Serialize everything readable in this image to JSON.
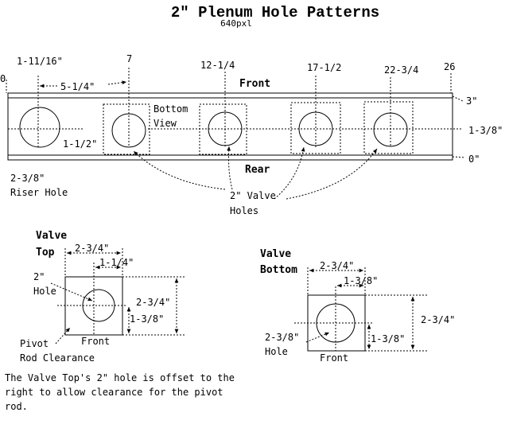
{
  "title": "2\" Plenum Hole Patterns",
  "subtitle": "640pxl",
  "plenum": {
    "positions": [
      "0",
      "1-11/16\"",
      "7",
      "12-1/4",
      "17-1/2",
      "22-3/4",
      "26"
    ],
    "spacing": "5-1/4\"",
    "front": "Front",
    "rear": "Rear",
    "right_dims": [
      "3\"",
      "1-3/8\"",
      "0\""
    ],
    "bottom_view": [
      "Bottom",
      "View"
    ],
    "riser_offset": "1-1/2\"",
    "riser_label": [
      "2-3/8\"",
      "Riser Hole"
    ],
    "valve_holes": [
      "2\" Valve",
      "Holes"
    ]
  },
  "valve_top": {
    "heading": [
      "Valve",
      "Top"
    ],
    "dim_width": "2-3/4\"",
    "dim_offset": "1-1/4\"",
    "dim_height": "2-3/4\"",
    "dim_center": "1-3/8\"",
    "hole_label": [
      "2\"",
      "Hole"
    ],
    "front": "Front",
    "pivot": [
      "Pivot",
      "Rod Clearance"
    ]
  },
  "valve_bottom": {
    "heading": [
      "Valve",
      "Bottom"
    ],
    "dim_width": "2-3/4\"",
    "dim_offset": "1-3/8\"",
    "dim_height": "2-3/4\"",
    "dim_center": "1-3/8\"",
    "hole_label": [
      "2-3/8\"",
      "Hole"
    ],
    "front": "Front"
  },
  "note": "The Valve Top's 2\" hole is offset to the right to allow clearance for the pivot rod."
}
